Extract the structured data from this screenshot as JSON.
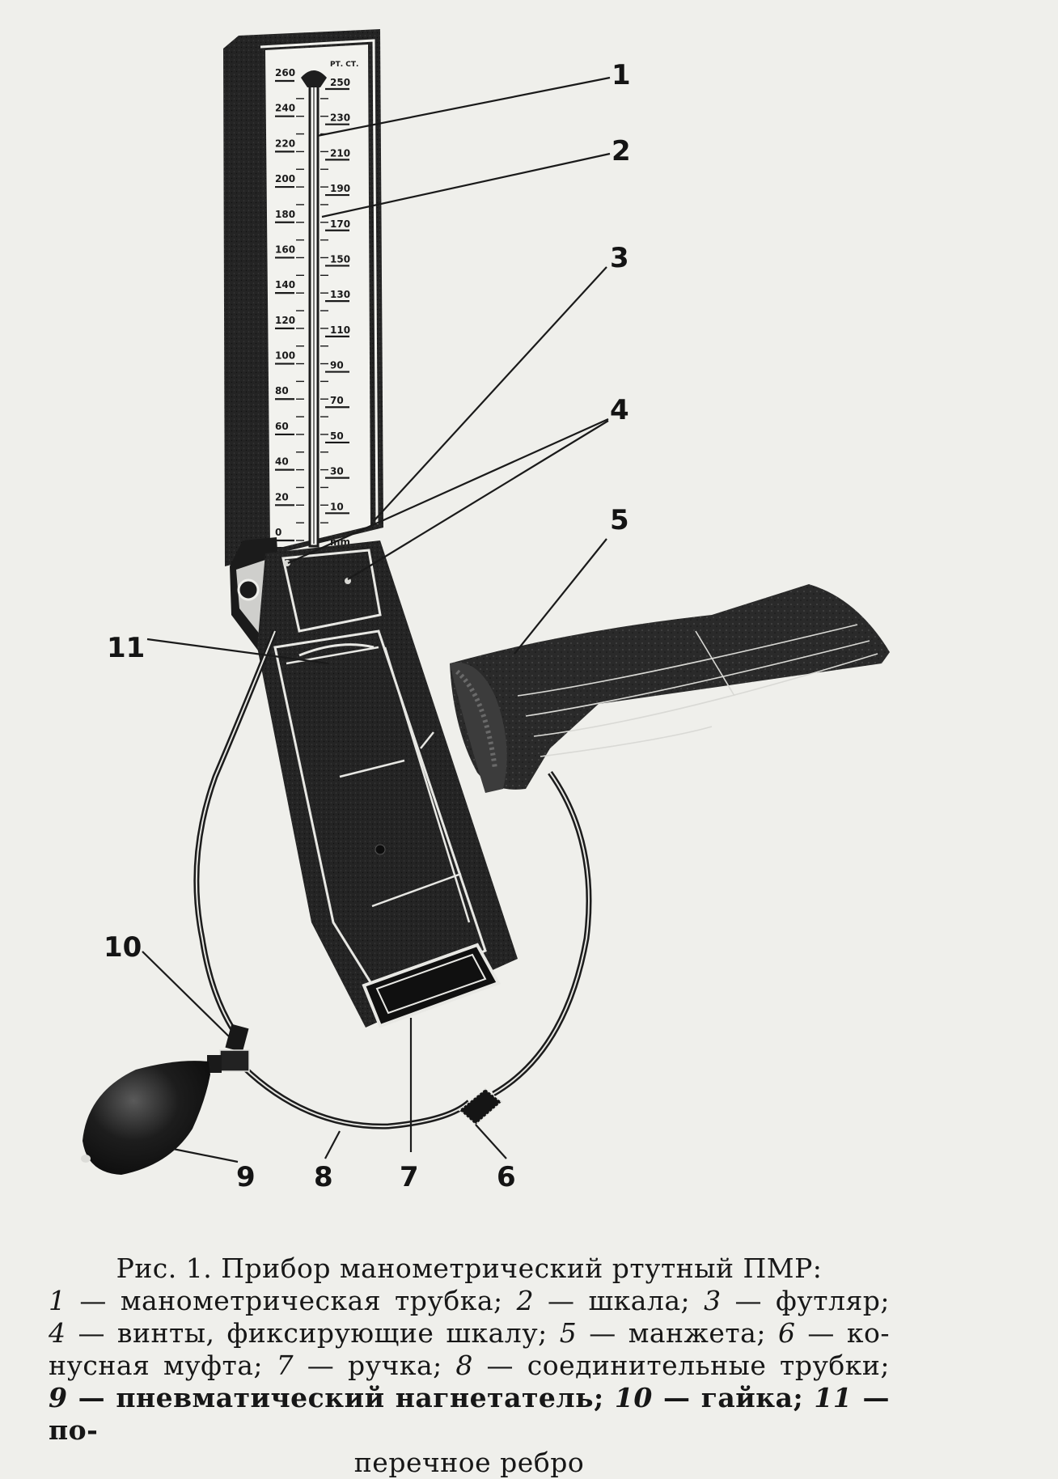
{
  "scale_left": [
    "260",
    "240",
    "220",
    "200",
    "180",
    "160",
    "140",
    "120",
    "100",
    "80",
    "60",
    "40",
    "20",
    "0"
  ],
  "scale_right": [
    "250",
    "230",
    "210",
    "190",
    "170",
    "150",
    "130",
    "110",
    "90",
    "70",
    "50",
    "30",
    "10",
    "mm"
  ],
  "scale_top_label": "РТ. СТ.",
  "callouts": [
    "1",
    "2",
    "3",
    "4",
    "5",
    "6",
    "7",
    "8",
    "9",
    "10",
    "11"
  ],
  "caption": {
    "title": "Рис. 1. Прибор манометрический ртутный ПМР:",
    "items": [
      {
        "num": "1",
        "text": "манометрическая трубка;"
      },
      {
        "num": "2",
        "text": "шкала;"
      },
      {
        "num": "3",
        "text": "футляр;"
      },
      {
        "num": "4",
        "text": "винты, фиксирующие шкалу;"
      },
      {
        "num": "5",
        "text": "манжета;"
      },
      {
        "num": "6",
        "text": "ко-"
      },
      {
        "num": "",
        "text": "нусная муфта;"
      },
      {
        "num": "7",
        "text": "ручка;"
      },
      {
        "num": "8",
        "text": "соединительные трубки;"
      },
      {
        "num": "9",
        "text": "пневматический нагнетатель;"
      },
      {
        "num": "10",
        "text": "гайка;"
      },
      {
        "num": "11",
        "text": "по-"
      },
      {
        "num": "",
        "text": "перечное ребро"
      }
    ]
  },
  "colors": {
    "paper": "#efefeb",
    "ink": "#171717",
    "case": "#222222"
  }
}
